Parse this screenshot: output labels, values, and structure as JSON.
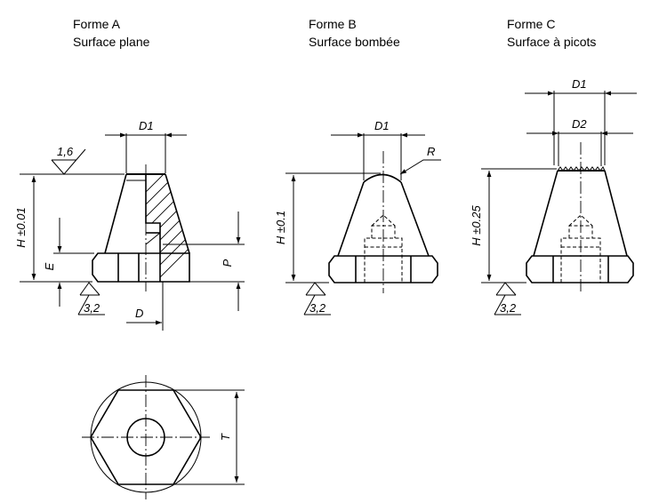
{
  "forms": {
    "a": {
      "name": "Forme A",
      "surface": "Surface plane"
    },
    "b": {
      "name": "Forme B",
      "surface": "Surface bombée"
    },
    "c": {
      "name": "Forme C",
      "surface": "Surface à picots"
    }
  },
  "dims": {
    "d1": "D1",
    "d2": "D2",
    "d": "D",
    "r": "R",
    "e": "E",
    "p": "P",
    "t": "T",
    "h_a": "H ±0.01",
    "h_b": "H ±0.1",
    "h_c": "H ±0.25",
    "rough_top": "1,6",
    "rough_base": "3,2"
  }
}
